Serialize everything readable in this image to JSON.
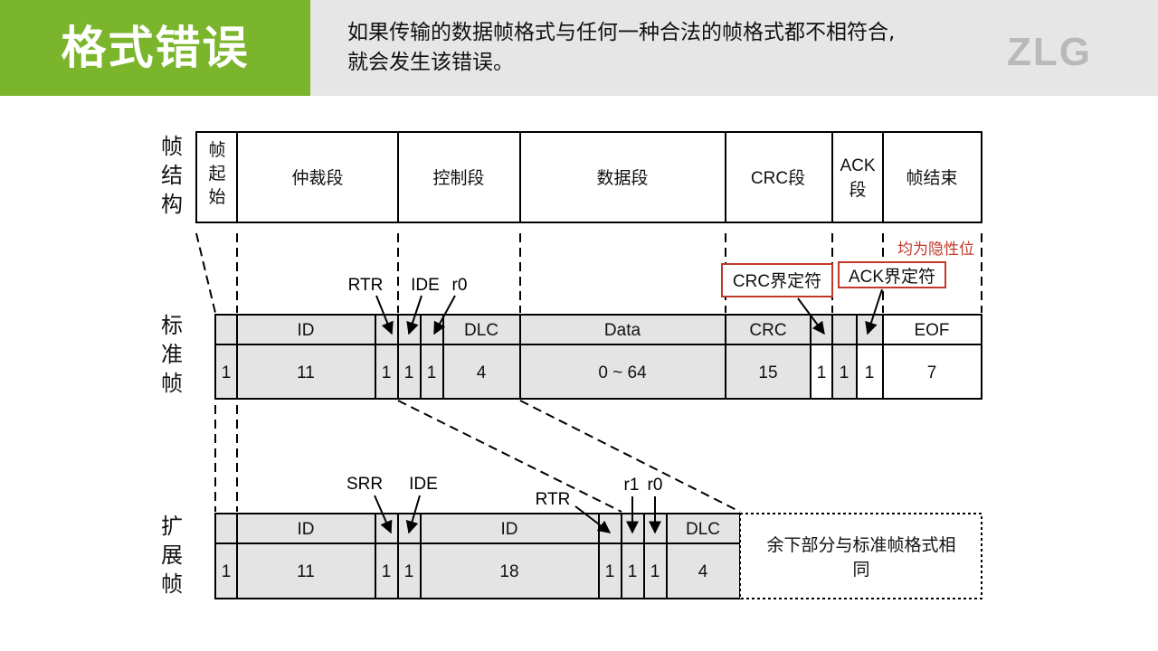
{
  "header": {
    "title": "格式错误",
    "description_line1": "如果传输的数据帧格式与任何一种合法的帧格式都不相符合,",
    "description_line2": "就会发生该错误。",
    "logo": "ZLG",
    "accent_color": "#7bb52c",
    "logo_color": "#b9b9b9"
  },
  "diagram": {
    "side_labels": {
      "frame_structure": [
        "帧",
        "结",
        "构"
      ],
      "standard_frame": [
        "标",
        "准",
        "帧"
      ],
      "extended_frame": [
        "扩",
        "展",
        "帧"
      ]
    },
    "frame_structure": {
      "sof_chars": [
        "帧",
        "起",
        "始"
      ],
      "arbitration": "仲裁段",
      "control": "控制段",
      "data": "数据段",
      "crc": "CRC段",
      "ack_lines": [
        "ACK",
        "段"
      ],
      "eof": "帧结束"
    },
    "annotations": {
      "recessive_note": "均为隐性位",
      "crc_delimiter": "CRC界定符",
      "ack_delimiter": "ACK界定符",
      "note_color": "#c0392b"
    },
    "standard_frame": {
      "labels": {
        "rtr": "RTR",
        "ide": "IDE",
        "r0": "r0"
      },
      "fields": {
        "id": "ID",
        "dlc": "DLC",
        "data": "Data",
        "crc": "CRC",
        "eof": "EOF"
      },
      "bits": {
        "sof": "1",
        "id": "11",
        "rtr": "1",
        "ide": "1",
        "r0": "1",
        "dlc": "4",
        "data": "0 ~ 64",
        "crc": "15",
        "crc_delim": "1",
        "ack": "1",
        "ack_delim": "1",
        "eof": "7"
      }
    },
    "extended_frame": {
      "labels": {
        "srr": "SRR",
        "ide": "IDE",
        "rtr": "RTR",
        "r1": "r1",
        "r0": "r0"
      },
      "fields": {
        "id_base": "ID",
        "id_ext": "ID",
        "dlc": "DLC"
      },
      "bits": {
        "sof": "1",
        "id_base": "11",
        "srr": "1",
        "ide": "1",
        "id_ext": "18",
        "rtr": "1",
        "r1": "1",
        "r0": "1",
        "dlc": "4"
      },
      "remainder_line1": "余下部分与标准帧格式相",
      "remainder_line2": "同"
    },
    "field_fill_color": "#e4e4e4"
  }
}
